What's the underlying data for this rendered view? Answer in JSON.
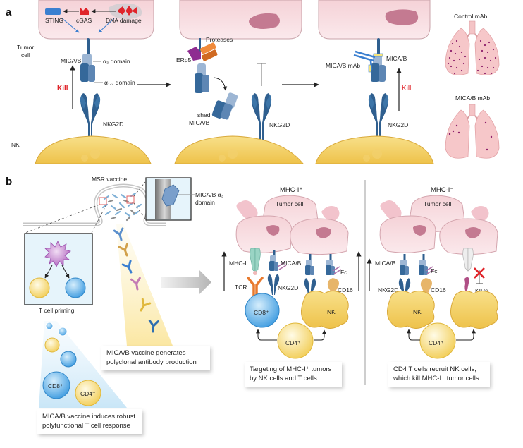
{
  "panel_a": {
    "label": "a",
    "step1": {
      "sting": "STING",
      "cgas": "cGAS",
      "dna_damage": "DNA damage",
      "tumor_cell": [
        "Tumor",
        "cell"
      ],
      "mica_b": "MICA/B",
      "a3_domain": "α₃ domain",
      "a12_domain": "α₁,₂ domain",
      "kill": "Kill",
      "nkg2d": "NKG2D",
      "nk": "NK"
    },
    "step2": {
      "proteases": "Proteases",
      "erp5": "ERp5",
      "shed_mica_b": [
        "shed",
        "MICA/B"
      ],
      "nkg2d": "NKG2D"
    },
    "step3": {
      "mica_b_mab": "MICA/B mAb",
      "mica_b": "MICA/B",
      "kill": "Kill",
      "nkg2d": "NKG2D"
    },
    "lungs": {
      "control_label": "Control mAb",
      "treated_label": "MICA/B mAb"
    }
  },
  "panel_b": {
    "label": "b",
    "vaccine": {
      "title": "MSR vaccine",
      "inset_label": [
        "MICA/B α₃",
        "domain"
      ],
      "priming_label": "T cell priming",
      "cd8": "CD8⁺",
      "cd4": "CD4⁺",
      "antibody_caption": [
        "MICA/B vaccine generates",
        "polyclonal antibody production"
      ],
      "tcell_caption": [
        "MICA/B vaccine induces robust",
        "polyfunctional T cell response"
      ]
    },
    "mhc_pos": {
      "title": "MHC-I⁺",
      "tumor_cell": "Tumor cell",
      "mhc_i": "MHC-I",
      "mica_b": "MICA/B",
      "fc": "Fc",
      "tcr": "TCR",
      "nkg2d": "NKG2D",
      "cd16": "CD16",
      "cd8": "CD8⁺",
      "nk": "NK",
      "cd4": "CD4⁺",
      "caption": [
        "Targeting of MHC-I⁺ tumors",
        "by NK cells and T cells"
      ]
    },
    "mhc_neg": {
      "title": "MHC-I⁻",
      "tumor_cell": "Tumor cell",
      "mica_b": "MICA/B",
      "fc": "Fc",
      "nkg2d": "NKG2D",
      "cd16": "CD16",
      "kirs": "KIRs",
      "nk": "NK",
      "cd4": "CD4⁺",
      "caption": [
        "CD4 T cells recruit NK cells,",
        "which kill MHC-I⁻ tumor cells"
      ]
    }
  },
  "colors": {
    "tumor_pink": "#f7dde0",
    "nucleus": "#c47a91",
    "nk_yellow": "#f6d66a",
    "receptor_blue": "#2f5f8f",
    "kill_red": "#e0242a",
    "cd8_blue": "#4aa3e0",
    "cd4_yellow": "#f7dc7a",
    "dc_purple": "#b36bc1"
  }
}
